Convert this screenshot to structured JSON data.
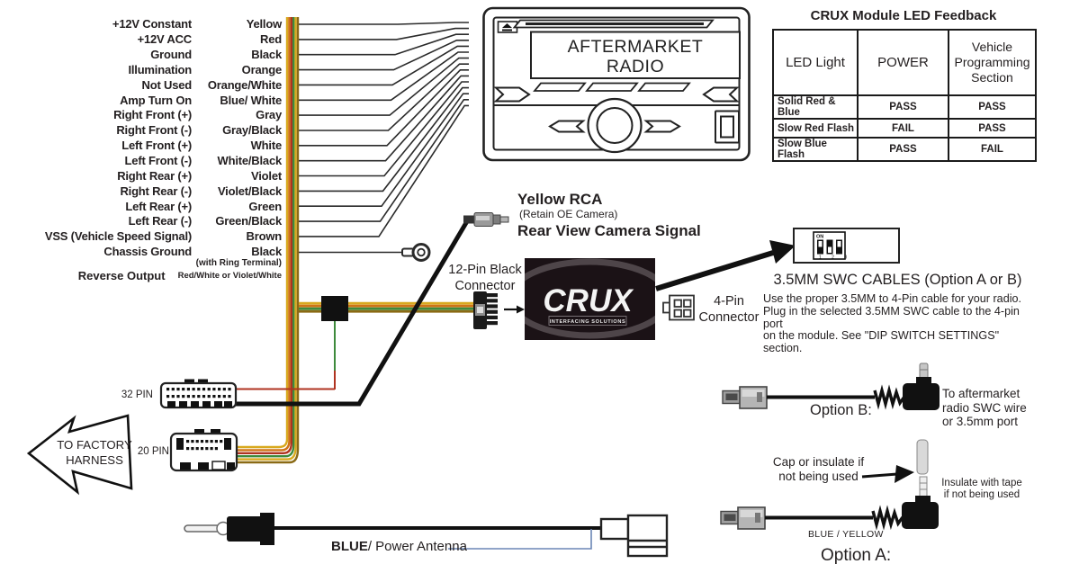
{
  "wire_list": {
    "rows": [
      {
        "function": "+12V Constant",
        "color": "Yellow"
      },
      {
        "function": "+12V ACC",
        "color": "Red"
      },
      {
        "function": "Ground",
        "color": "Black"
      },
      {
        "function": "Illumination",
        "color": "Orange"
      },
      {
        "function": "Not Used",
        "color": "Orange/White"
      },
      {
        "function": "Amp Turn On",
        "color": "Blue/ White"
      },
      {
        "function": "Right Front (+)",
        "color": "Gray"
      },
      {
        "function": "Right Front (-)",
        "color": "Gray/Black"
      },
      {
        "function": "Left Front (+)",
        "color": "White"
      },
      {
        "function": "Left Front (-)",
        "color": "White/Black"
      },
      {
        "function": "Right Rear (+)",
        "color": "Violet"
      },
      {
        "function": "Right Rear (-)",
        "color": "Violet/Black"
      },
      {
        "function": "Left Rear (+)",
        "color": "Green"
      },
      {
        "function": "Left Rear (-)",
        "color": "Green/Black"
      },
      {
        "function": "VSS (Vehicle Speed Signal)",
        "color": "Brown"
      },
      {
        "function": "Chassis Ground",
        "color": "Black"
      }
    ],
    "chassis_note": "(with Ring Terminal)",
    "reverse_row": {
      "function": "Reverse Output",
      "color": "Red/White or Violet/White"
    }
  },
  "radio": {
    "display_line1": "AFTERMARKET",
    "display_line2": "RADIO"
  },
  "led_table": {
    "title": "CRUX Module LED Feedback",
    "headers": [
      "LED Light",
      "POWER",
      "Vehicle Programming Section"
    ],
    "rows": [
      [
        "Solid Red & Blue",
        "PASS",
        "PASS"
      ],
      [
        "Slow Red Flash",
        "FAIL",
        "PASS"
      ],
      [
        "Slow Blue Flash",
        "PASS",
        "FAIL"
      ]
    ]
  },
  "camera": {
    "title": "Yellow RCA",
    "subtitle": "(Retain OE Camera)",
    "caption": "Rear View Camera Signal"
  },
  "module": {
    "brand": "CRUX",
    "brand_sub": "INTERFACING SOLUTIONS"
  },
  "connectors": {
    "pin12_line1": "12-Pin Black",
    "pin12_line2": "Connector",
    "pin4_line1": "4-Pin",
    "pin4_line2": "Connector",
    "pin32": "32 PIN",
    "pin20": "20 PIN"
  },
  "factory_harness": {
    "line1": "TO FACTORY",
    "line2": "HARNESS"
  },
  "swc": {
    "title": "3.5MM SWC CABLES (Option A or B)",
    "body_line1": "Use the proper 3.5MM to 4-Pin cable for your radio.",
    "body_line2": "Plug in the selected 3.5MM SWC cable to the 4-pin port",
    "body_line3": "on the module. See \"DIP SWITCH SETTINGS\" section.",
    "dip_on": "ON",
    "dip_numbers": "1 2 3"
  },
  "option_b": {
    "label": "Option B:",
    "note_line1": "To aftermarket",
    "note_line2": "radio SWC wire",
    "note_line3": "or 3.5mm port"
  },
  "option_a": {
    "label": "Option A:",
    "cap_line1": "Cap or insulate if",
    "cap_line2": "not being used",
    "tape_line1": "Insulate with tape",
    "tape_line2": "if not being used",
    "wire_label": "BLUE / YELLOW"
  },
  "antenna": {
    "label_bold": "BLUE",
    "label_rest": "/ Power Antenna"
  },
  "colors": {
    "wire_yellow": "#d8a91e",
    "wire_orange": "#cf7417",
    "wire_red": "#b03320",
    "wire_green": "#3e8a3c",
    "wire_brown": "#8a6a15",
    "wire_blue_thin": "#6b86b5",
    "module_bg": "#1b1216",
    "line_dark": "#1a1a1a"
  }
}
